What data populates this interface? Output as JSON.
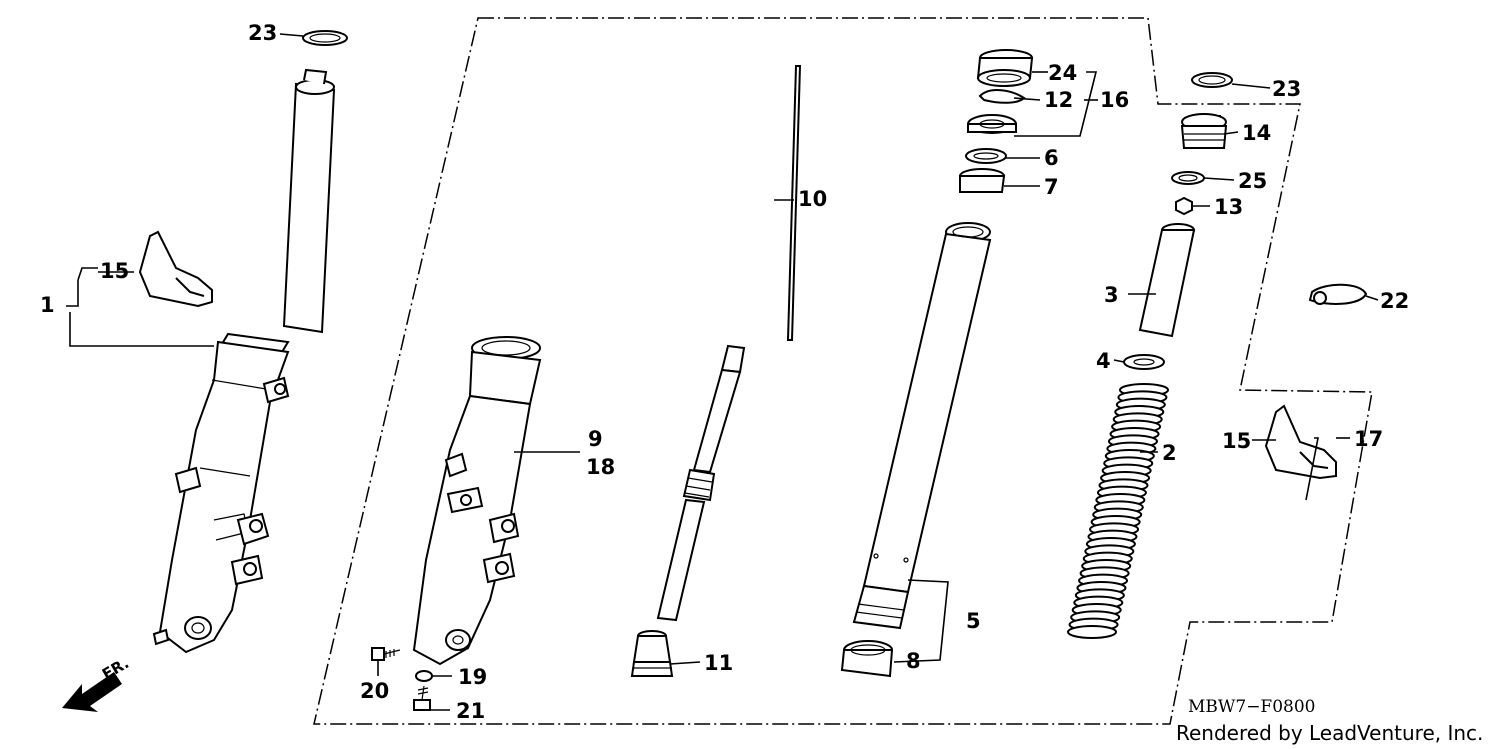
{
  "diagram": {
    "drawing_code": "MBW7−F0800",
    "credit": "Rendered by LeadVenture, Inc.",
    "direction_label": "FR.",
    "callouts": [
      "1",
      "2",
      "3",
      "4",
      "5",
      "6",
      "7",
      "8",
      "9",
      "10",
      "11",
      "12",
      "13",
      "14",
      "15",
      "15",
      "16",
      "17",
      "18",
      "19",
      "20",
      "21",
      "22",
      "23",
      "23",
      "24",
      "25"
    ]
  }
}
